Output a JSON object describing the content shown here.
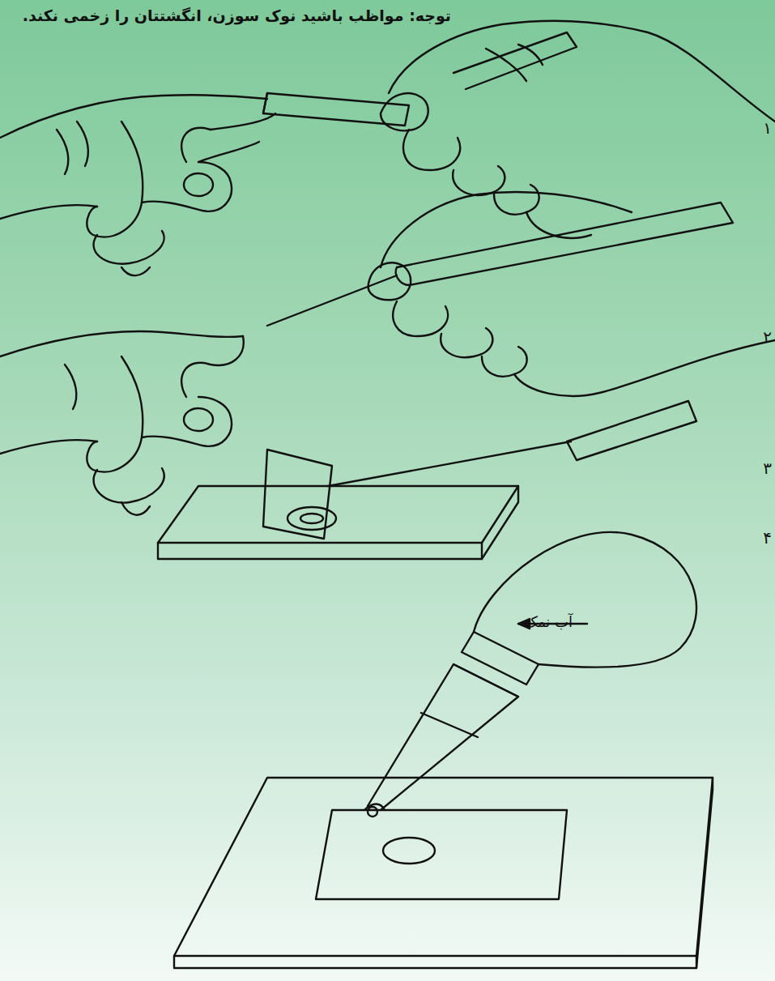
{
  "diagram": {
    "labels": [
      "توجه: مواظب باشید نوک سوزن، انگشتتان را زخمی نکند.",
      "۱",
      "۲",
      "۳",
      "۴",
      "آب نمک"
    ]
  }
}
